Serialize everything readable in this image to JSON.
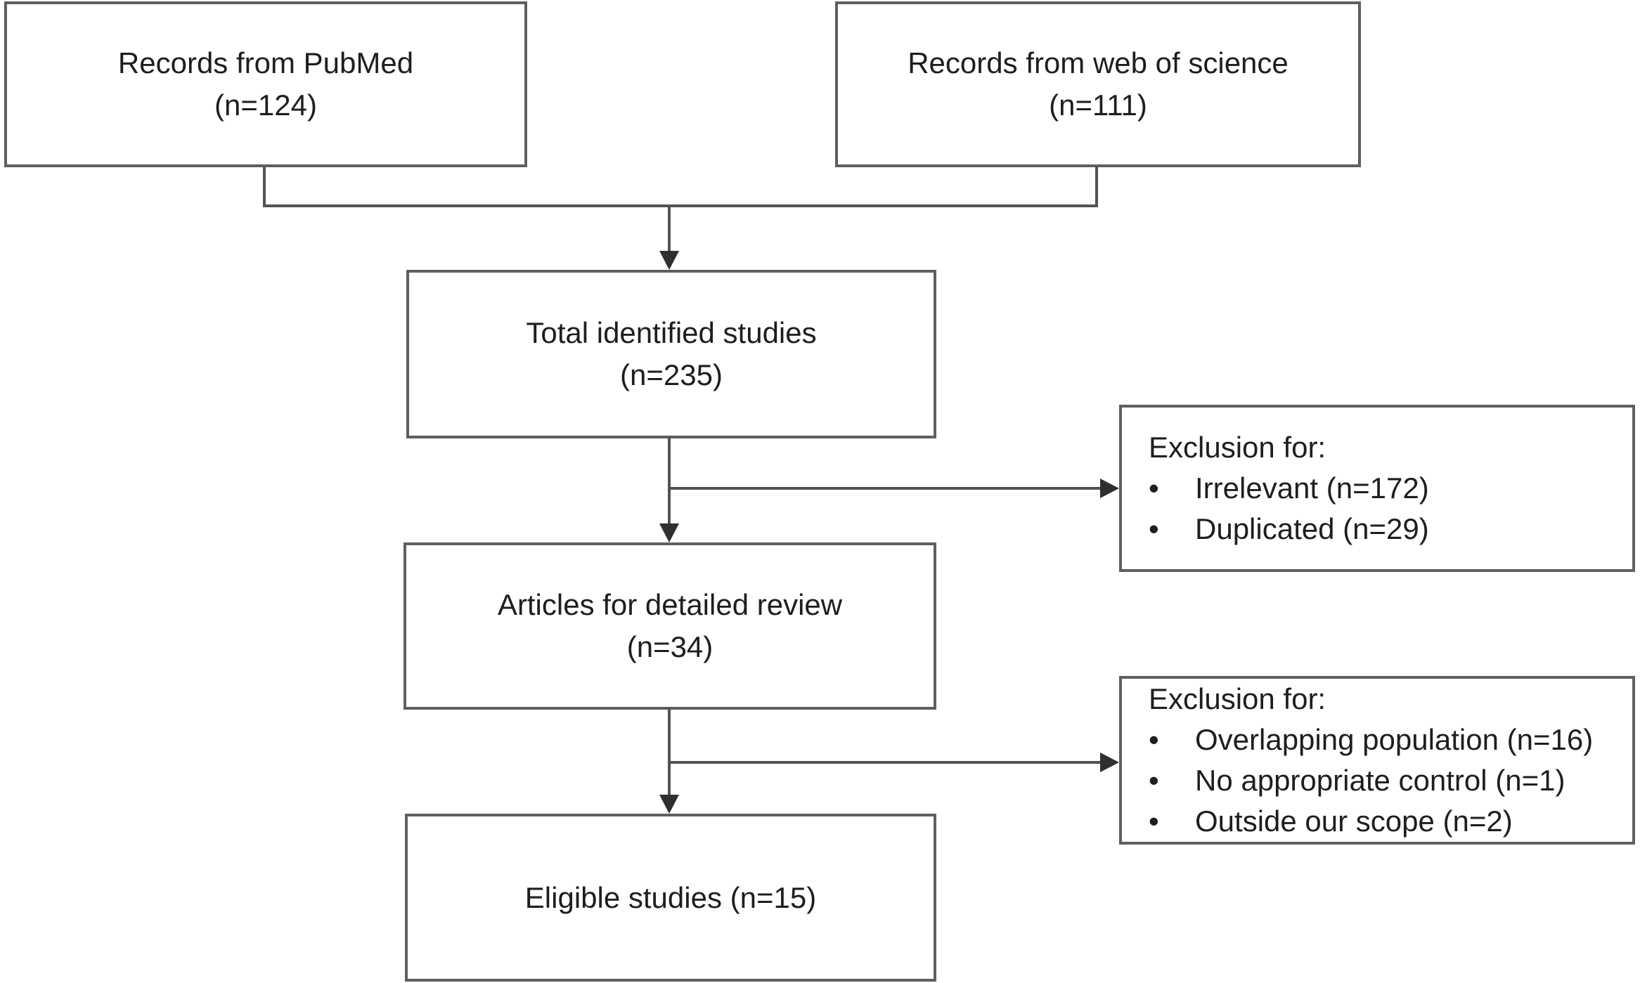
{
  "figure": {
    "type": "flow-diagram",
    "bullet_char": "•",
    "colors": {
      "background": "#ffffff",
      "box_border": "#5d5f62",
      "connector_line": "#515356",
      "arrowhead": "#2e2f31",
      "text": "#1e1e20"
    },
    "nodes": {
      "pubmed": {
        "lines": [
          "Records from PubMed",
          "(n=124)"
        ]
      },
      "web_of_science": {
        "lines": [
          "Records from web of science",
          "(n=111)"
        ]
      },
      "total_identified": {
        "lines": [
          "Total identified studies",
          "(n=235)"
        ]
      },
      "exclusion_1": {
        "title": "Exclusion for:",
        "items": [
          "Irrelevant (n=172)",
          "Duplicated (n=29)"
        ]
      },
      "detailed_review": {
        "lines": [
          "Articles for detailed review",
          "(n=34)"
        ]
      },
      "exclusion_2": {
        "title": "Exclusion for:",
        "items": [
          "Overlapping population (n=16)",
          "No appropriate control (n=1)",
          "Outside our scope (n=2)"
        ]
      },
      "eligible": {
        "lines": [
          "Eligible studies (n=15)"
        ]
      }
    }
  }
}
